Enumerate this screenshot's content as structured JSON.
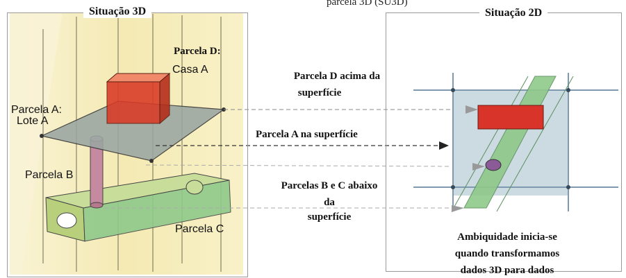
{
  "top_caption_fragment": "parcela 3D (SU3D)",
  "left_panel": {
    "title": "Situação 3D",
    "labels": {
      "parcela_d": "Parcela D:",
      "casa_a": "Casa A",
      "parcela_a": "Parcela A:",
      "lote_a": "Lote A",
      "parcela_b": "Parcela B",
      "parcela_c": "Parcela C"
    }
  },
  "middle_annotations": {
    "above": [
      "Parcela D acima da",
      "superfície"
    ],
    "on": "Parcela A na superfície",
    "below": [
      "Parcelas B e C abaixo",
      "da",
      "superfície"
    ]
  },
  "right_panel": {
    "title": "Situação 2D",
    "note": [
      "Ambiquidade inicia-se",
      "quando transformamos",
      "dados 3D para dados"
    ]
  },
  "colors": {
    "frame": "#9a9a9a",
    "parcel_plane": "#9aa6a2",
    "house_red": "#d93a25",
    "tube_green": "#8fc98a",
    "tube_purple": "#b5798e",
    "background_yellow": "#f3e9a8",
    "grid_blue": "#7f9ab0"
  }
}
